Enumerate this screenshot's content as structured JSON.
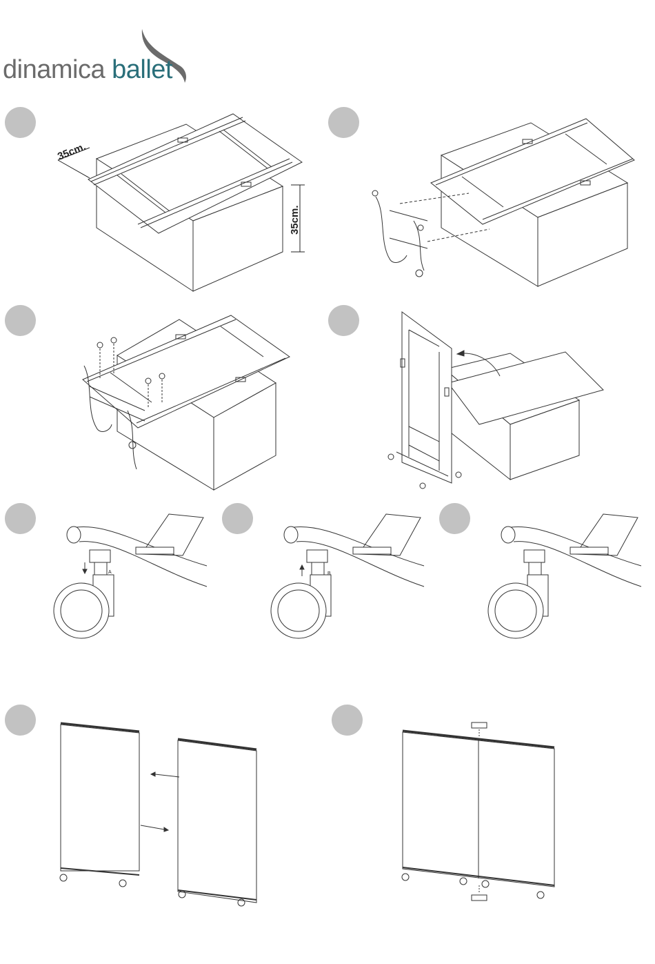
{
  "brand": {
    "word1": "dinamica",
    "word2": "ballet",
    "color_primary": "#6b6b6b",
    "color_accent": "#2a6f7a"
  },
  "step_badge_color": "#c2c2c2",
  "steps": [
    {
      "id": 1,
      "dimensions": {
        "width_label": "35cm.",
        "height_label": "35cm."
      }
    },
    {
      "id": 2
    },
    {
      "id": 3
    },
    {
      "id": 4
    },
    {
      "id": 5,
      "marker": "A"
    },
    {
      "id": 6,
      "marker": "B"
    },
    {
      "id": 7
    },
    {
      "id": 8
    },
    {
      "id": 9
    }
  ],
  "icons": [
    "logo-swoosh-icon",
    "step-badge-icon",
    "arrow-icon",
    "caster-wheel-icon"
  ]
}
